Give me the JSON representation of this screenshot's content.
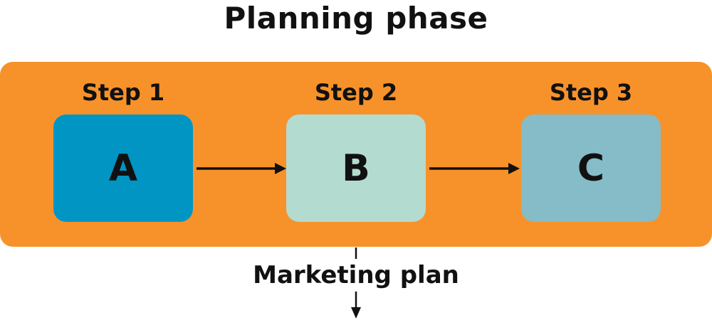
{
  "diagram": {
    "title": "Planning phase",
    "steps": [
      {
        "label": "Step 1",
        "node": "A",
        "color": "#0195c4"
      },
      {
        "label": "Step 2",
        "node": "B",
        "color": "#b4dbd0"
      },
      {
        "label": "Step 3",
        "node": "C",
        "color": "#85bcc8"
      }
    ],
    "panel_color": "#f7922a",
    "output": "Marketing plan"
  }
}
